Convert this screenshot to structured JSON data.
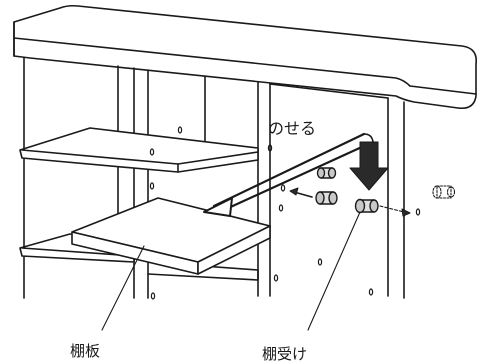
{
  "labels": {
    "action": "のせる",
    "shelf_board": "棚板",
    "shelf_support": "棚受け"
  },
  "colors": {
    "line": "#1a1a1a",
    "shade": "#c8c8c8",
    "background": "#ffffff"
  }
}
